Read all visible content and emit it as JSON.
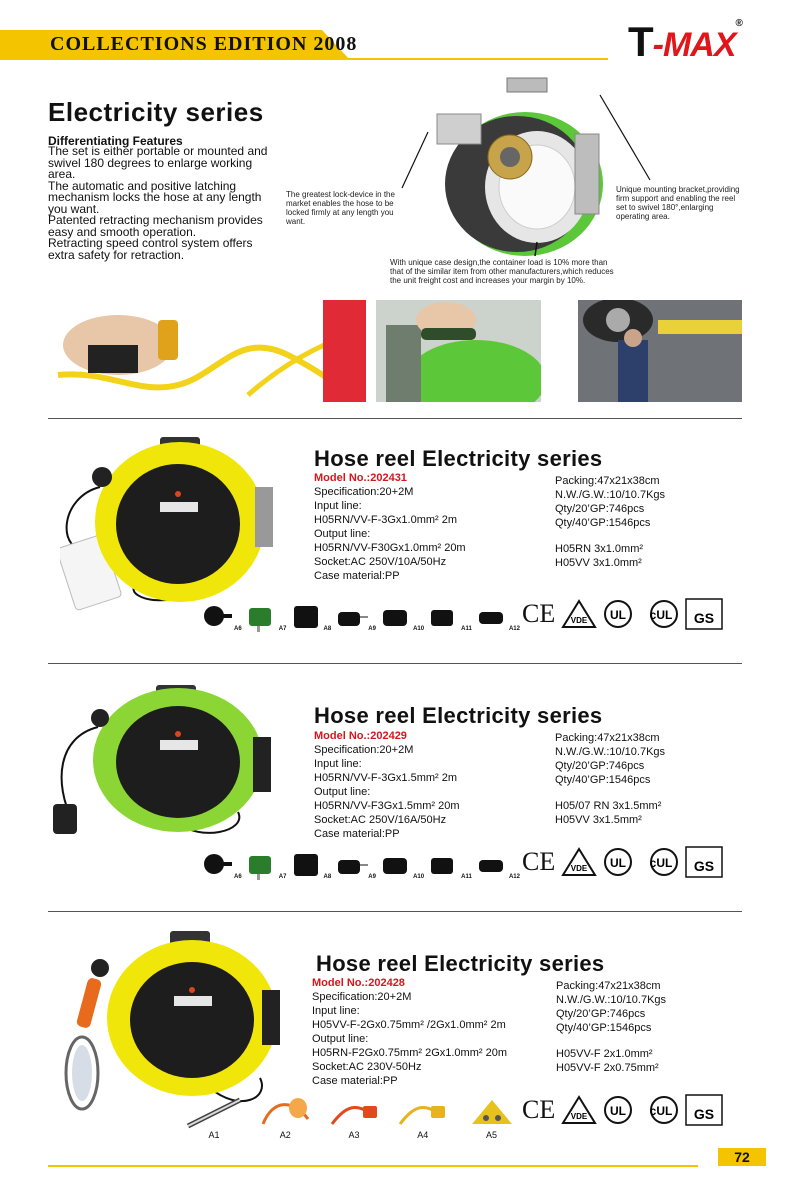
{
  "header": {
    "banner": "COLLECTIONS EDITION 2008",
    "logo_t": "T",
    "logo_rest": "-MAX",
    "logo_reg": "®"
  },
  "intro": {
    "title": "Electricity series",
    "features_title": "Differentiating Features",
    "features": [
      "The set is either portable or mounted and swivel 180 degrees to enlarge working area.",
      "The automatic and positive latching mechanism locks the hose at any length you want.",
      "Patented retracting mechanism provides easy and smooth operation.",
      "Retracting speed control system offers extra safety for retraction."
    ],
    "callout_lock": "The greatest lock-device in the market enables the hose to be locked firmly at any length you want.",
    "callout_bracket": "Unique mounting bracket,providing firm support and enabling the reel set to swivel 180°,enlarging operating area.",
    "callout_case": "With unique case design,the container load is 10% more than that of the similar item from other manufacturers,which reduces the unit freight cost and increases your margin by 10%."
  },
  "products": [
    {
      "title": "Hose reel Electricity series",
      "model_label": "Model  No.:",
      "model_no": "202431",
      "spec": "Specification:20+2M",
      "input_label": "Input line:",
      "input": "H05RN/VV-F-3Gx1.0mm² 2m",
      "output_label": "Output line:",
      "output": "H05RN/VV-F30Gx1.0mm² 20m",
      "socket": "Socket:AC 250V/10A/50Hz",
      "case": "Case material:PP",
      "packing": "Packing:47x21x38cm",
      "weight": "N.W./G.W.:10/10.7Kgs",
      "qty20": "Qty/20’GP:746pcs",
      "qty40": "Qty/40’GP:1546pcs",
      "cable1": "H05RN  3x1.0mm²",
      "cable2": "H05VV  3x1.0mm²",
      "plugs": [
        "A6",
        "A7",
        "A8",
        "A9",
        "A10",
        "A11",
        "A12"
      ],
      "reel_color": "#f1e60a"
    },
    {
      "title": "Hose reel Electricity series",
      "model_label": "Model  No.:",
      "model_no": "202429",
      "spec": "Specification:20+2M",
      "input_label": "Input line:",
      "input": "H05RN/VV-F-3Gx1.5mm² 2m",
      "output_label": "Output line:",
      "output": "H05RN/VV-F3Gx1.5mm² 20m",
      "socket": "Socket:AC 250V/16A/50Hz",
      "case": "Case material:PP",
      "packing": "Packing:47x21x38cm",
      "weight": "N.W./G.W.:10/10.7Kgs",
      "qty20": "Qty/20’GP:746pcs",
      "qty40": "Qty/40’GP:1546pcs",
      "cable1": "H05/07 RN  3x1.5mm²",
      "cable2": "H05VV  3x1.5mm²",
      "plugs": [
        "A6",
        "A7",
        "A8",
        "A9",
        "A10",
        "A11",
        "A12"
      ],
      "reel_color": "#8bd634"
    },
    {
      "title": "Hose reel Electricity series",
      "model_label": "Model  No.:",
      "model_no": "202428",
      "spec": "Specification:20+2M",
      "input_label": "Input line:",
      "input": "H05VV-F-2Gx0.75mm² /2Gx1.0mm² 2m",
      "output_label": "Output line:",
      "output": "H05RN-F2Gx0.75mm² 2Gx1.0mm² 20m",
      "socket": "Socket:AC 230V-50Hz",
      "case": "Case material:PP",
      "packing": "Packing:47x21x38cm",
      "weight": "N.W./G.W.:10/10.7Kgs",
      "qty20": "Qty/20’GP:746pcs",
      "qty40": "Qty/40’GP:1546pcs",
      "cable1": "H05VV-F 2x1.0mm²",
      "cable2": "H05VV-F 2x0.75mm²",
      "plugs": [
        "A1",
        "A2",
        "A3",
        "A4",
        "A5"
      ],
      "reel_color": "#f1e60a"
    }
  ],
  "certs": {
    "ce": "CE",
    "vde": "VDE",
    "ul": "UL",
    "cul": "cUL",
    "gs": "GS"
  },
  "page_number": "72",
  "colors": {
    "accent": "#f4c400",
    "model_red": "#d4171d",
    "hose_yellow": "#f3d21a",
    "reel_green": "#8bd634"
  }
}
